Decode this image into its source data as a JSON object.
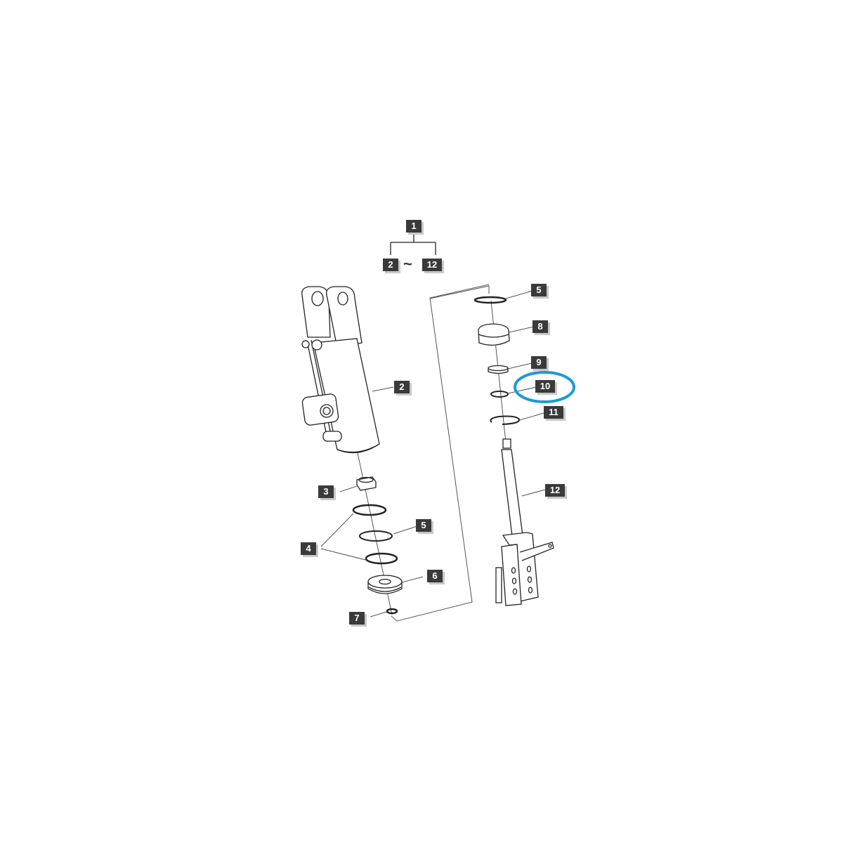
{
  "diagram": {
    "title_assembly": {
      "label": "1",
      "range_from": "2",
      "range_separator": "~",
      "range_to": "12"
    },
    "highlight_color": "#1e9ad6",
    "highlighted_part": "10",
    "callouts": [
      {
        "id": "c2",
        "label": "2",
        "part": "cylinder-body"
      },
      {
        "id": "c3",
        "label": "3",
        "part": "hex-nut"
      },
      {
        "id": "c4",
        "label": "4",
        "part": "o-ring-pair"
      },
      {
        "id": "c5a",
        "label": "5",
        "part": "o-ring"
      },
      {
        "id": "c6",
        "label": "6",
        "part": "piston"
      },
      {
        "id": "c7",
        "label": "7",
        "part": "small-seal"
      },
      {
        "id": "c5b",
        "label": "5",
        "part": "o-ring"
      },
      {
        "id": "c8",
        "label": "8",
        "part": "gland-cap"
      },
      {
        "id": "c9",
        "label": "9",
        "part": "washer"
      },
      {
        "id": "c10",
        "label": "10",
        "part": "seal-ring"
      },
      {
        "id": "c11",
        "label": "11",
        "part": "snap-ring"
      },
      {
        "id": "c12",
        "label": "12",
        "part": "piston-rod"
      }
    ]
  }
}
